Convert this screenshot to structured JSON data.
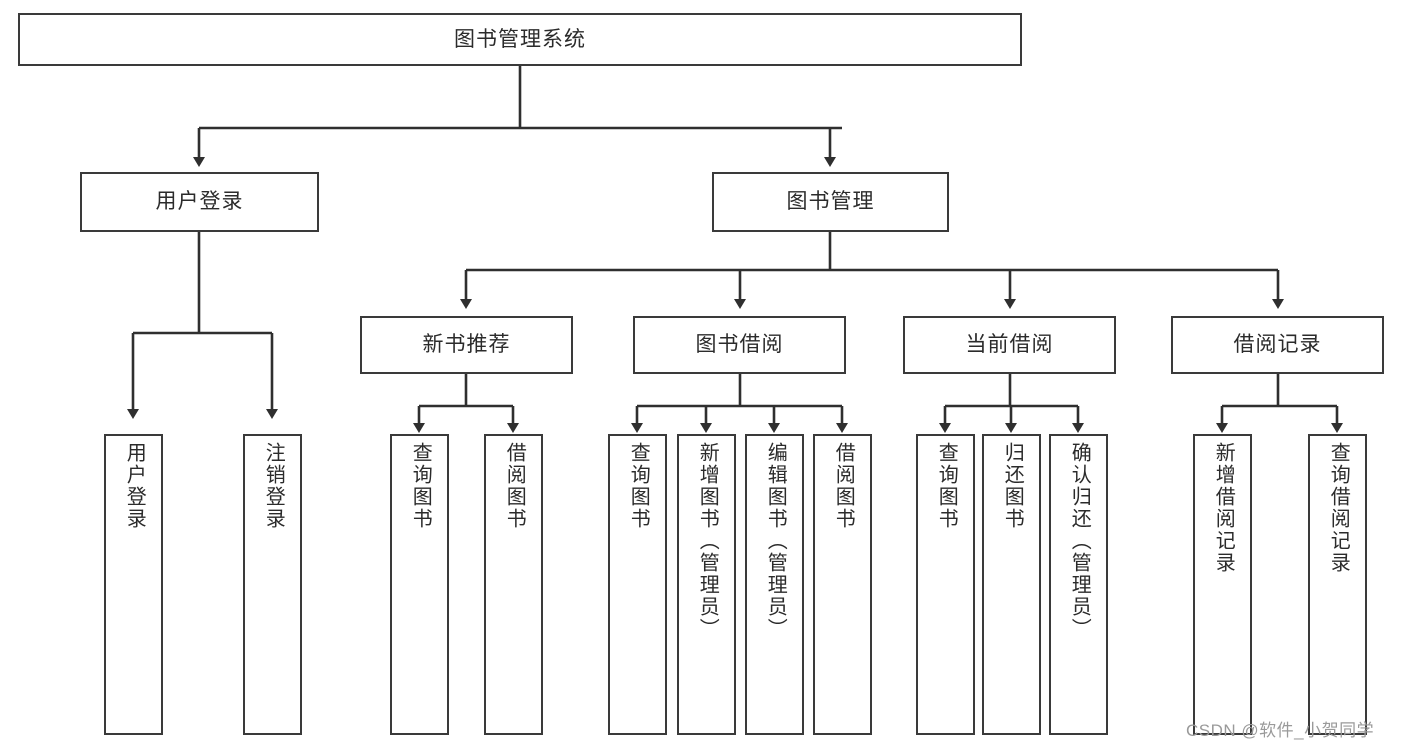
{
  "diagram": {
    "title": "图书管理系统",
    "type": "tree-hierarchy-chart",
    "watermark": "CSDN @软件_小贺同学",
    "colors": {
      "box_border": "#3a3a3a",
      "box_fill": "#ffffff",
      "connector": "#2f2f2f",
      "text": "#2b2b2b",
      "watermark": "#9a9a9a",
      "page_background": "#ffffff"
    }
  },
  "nodes": {
    "root": {
      "label": "图书管理系统"
    },
    "level2": [
      {
        "label": "用户登录"
      },
      {
        "label": "图书管理"
      }
    ],
    "level3": [
      {
        "label": "新书推荐"
      },
      {
        "label": "图书借阅"
      },
      {
        "label": "当前借阅"
      },
      {
        "label": "借阅记录"
      }
    ],
    "leaves": {
      "user_login": [
        {
          "label": "用户登录"
        },
        {
          "label": "注销登录"
        }
      ],
      "new_book_recommend": [
        {
          "label": "查询图书"
        },
        {
          "label": "借阅图书"
        }
      ],
      "book_borrow": [
        {
          "label": "查询图书"
        },
        {
          "label": "新增图书（管理员）"
        },
        {
          "label": "编辑图书（管理员）"
        },
        {
          "label": "借阅图书"
        }
      ],
      "current_borrow": [
        {
          "label": "查询图书"
        },
        {
          "label": "归还图书"
        },
        {
          "label": "确认归还（管理员）"
        }
      ],
      "borrow_record": [
        {
          "label": "新增借阅记录"
        },
        {
          "label": "查询借阅记录"
        }
      ]
    }
  }
}
